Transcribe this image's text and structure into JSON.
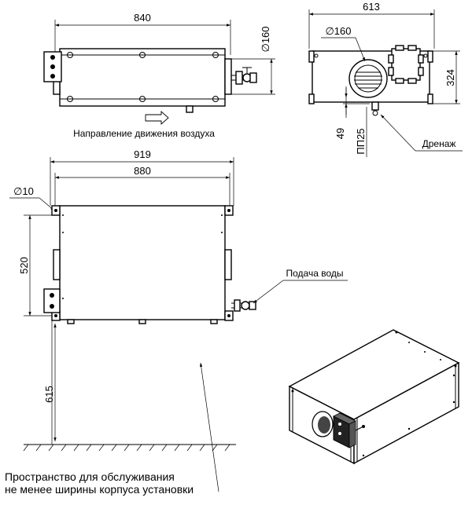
{
  "top_view": {
    "dim_length": "840",
    "dim_duct": "∅160",
    "airflow_label": "Направление движения воздуха"
  },
  "side_view": {
    "dim_width": "613",
    "dim_duct": "∅160",
    "dim_height": "324",
    "dim_offset": "49",
    "dim_pipe": "ПП25",
    "drain_label": "Дренаж"
  },
  "plan_view": {
    "dim_overall": "919",
    "dim_body": "880",
    "dim_hole": "∅10",
    "dim_depth": "520",
    "water_label": "Подача воды",
    "dim_clearance": "615",
    "service_line1": "Пространство для обслуживания",
    "service_line2": "не менее ширины корпуса установки"
  }
}
